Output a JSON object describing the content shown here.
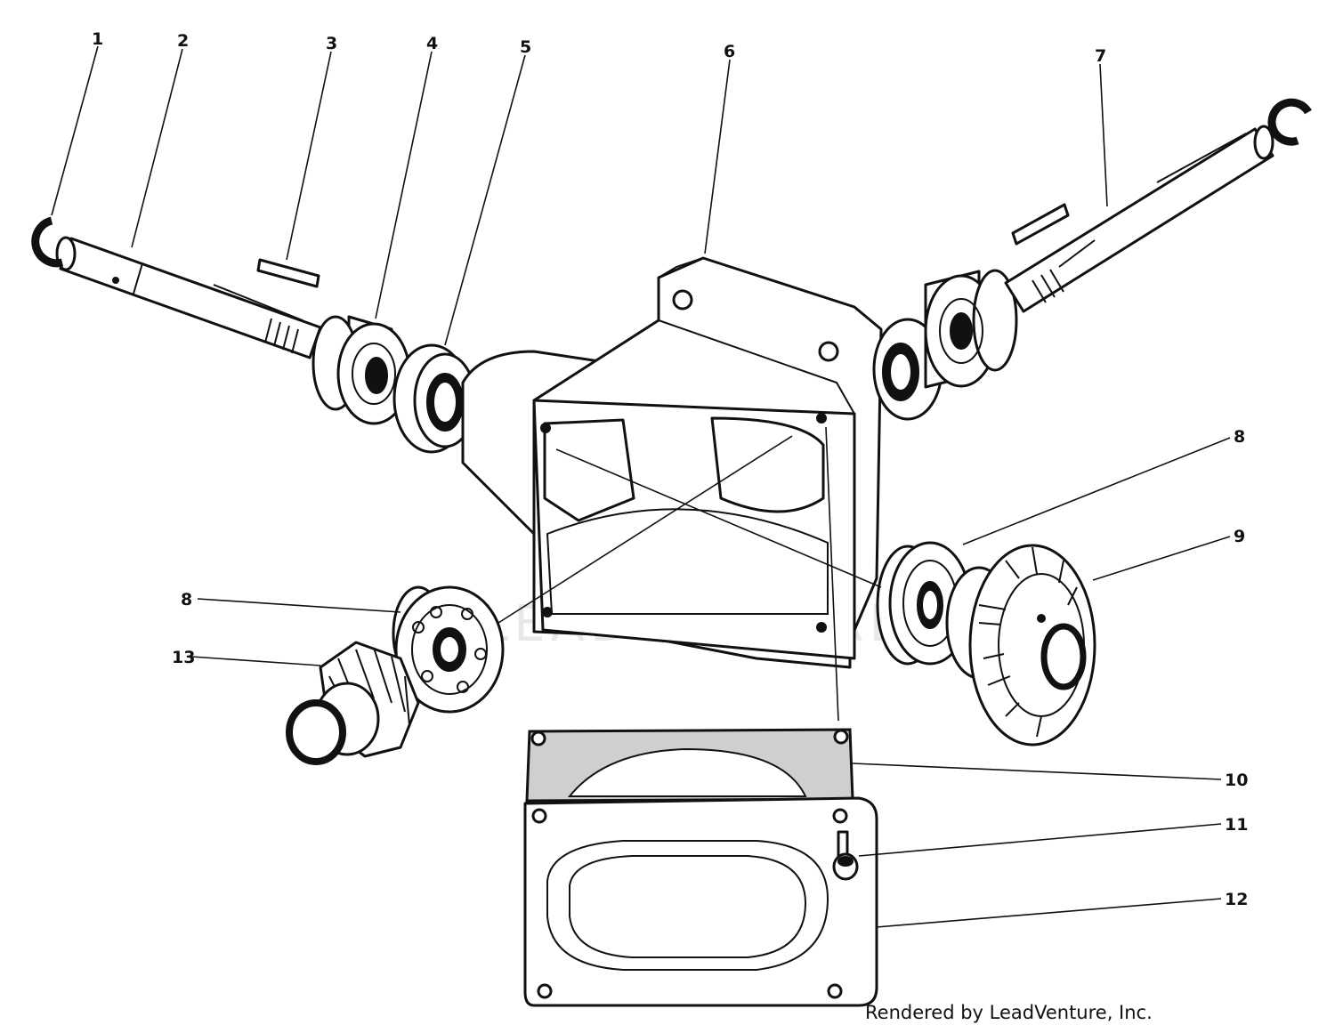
{
  "watermark": "LEADVENTURE",
  "credit": "Rendered by LeadVenture, Inc.",
  "callouts": [
    "1",
    "2",
    "3",
    "4",
    "5",
    "6",
    "7",
    "8",
    "8",
    "9",
    "10",
    "11",
    "12",
    "13"
  ]
}
